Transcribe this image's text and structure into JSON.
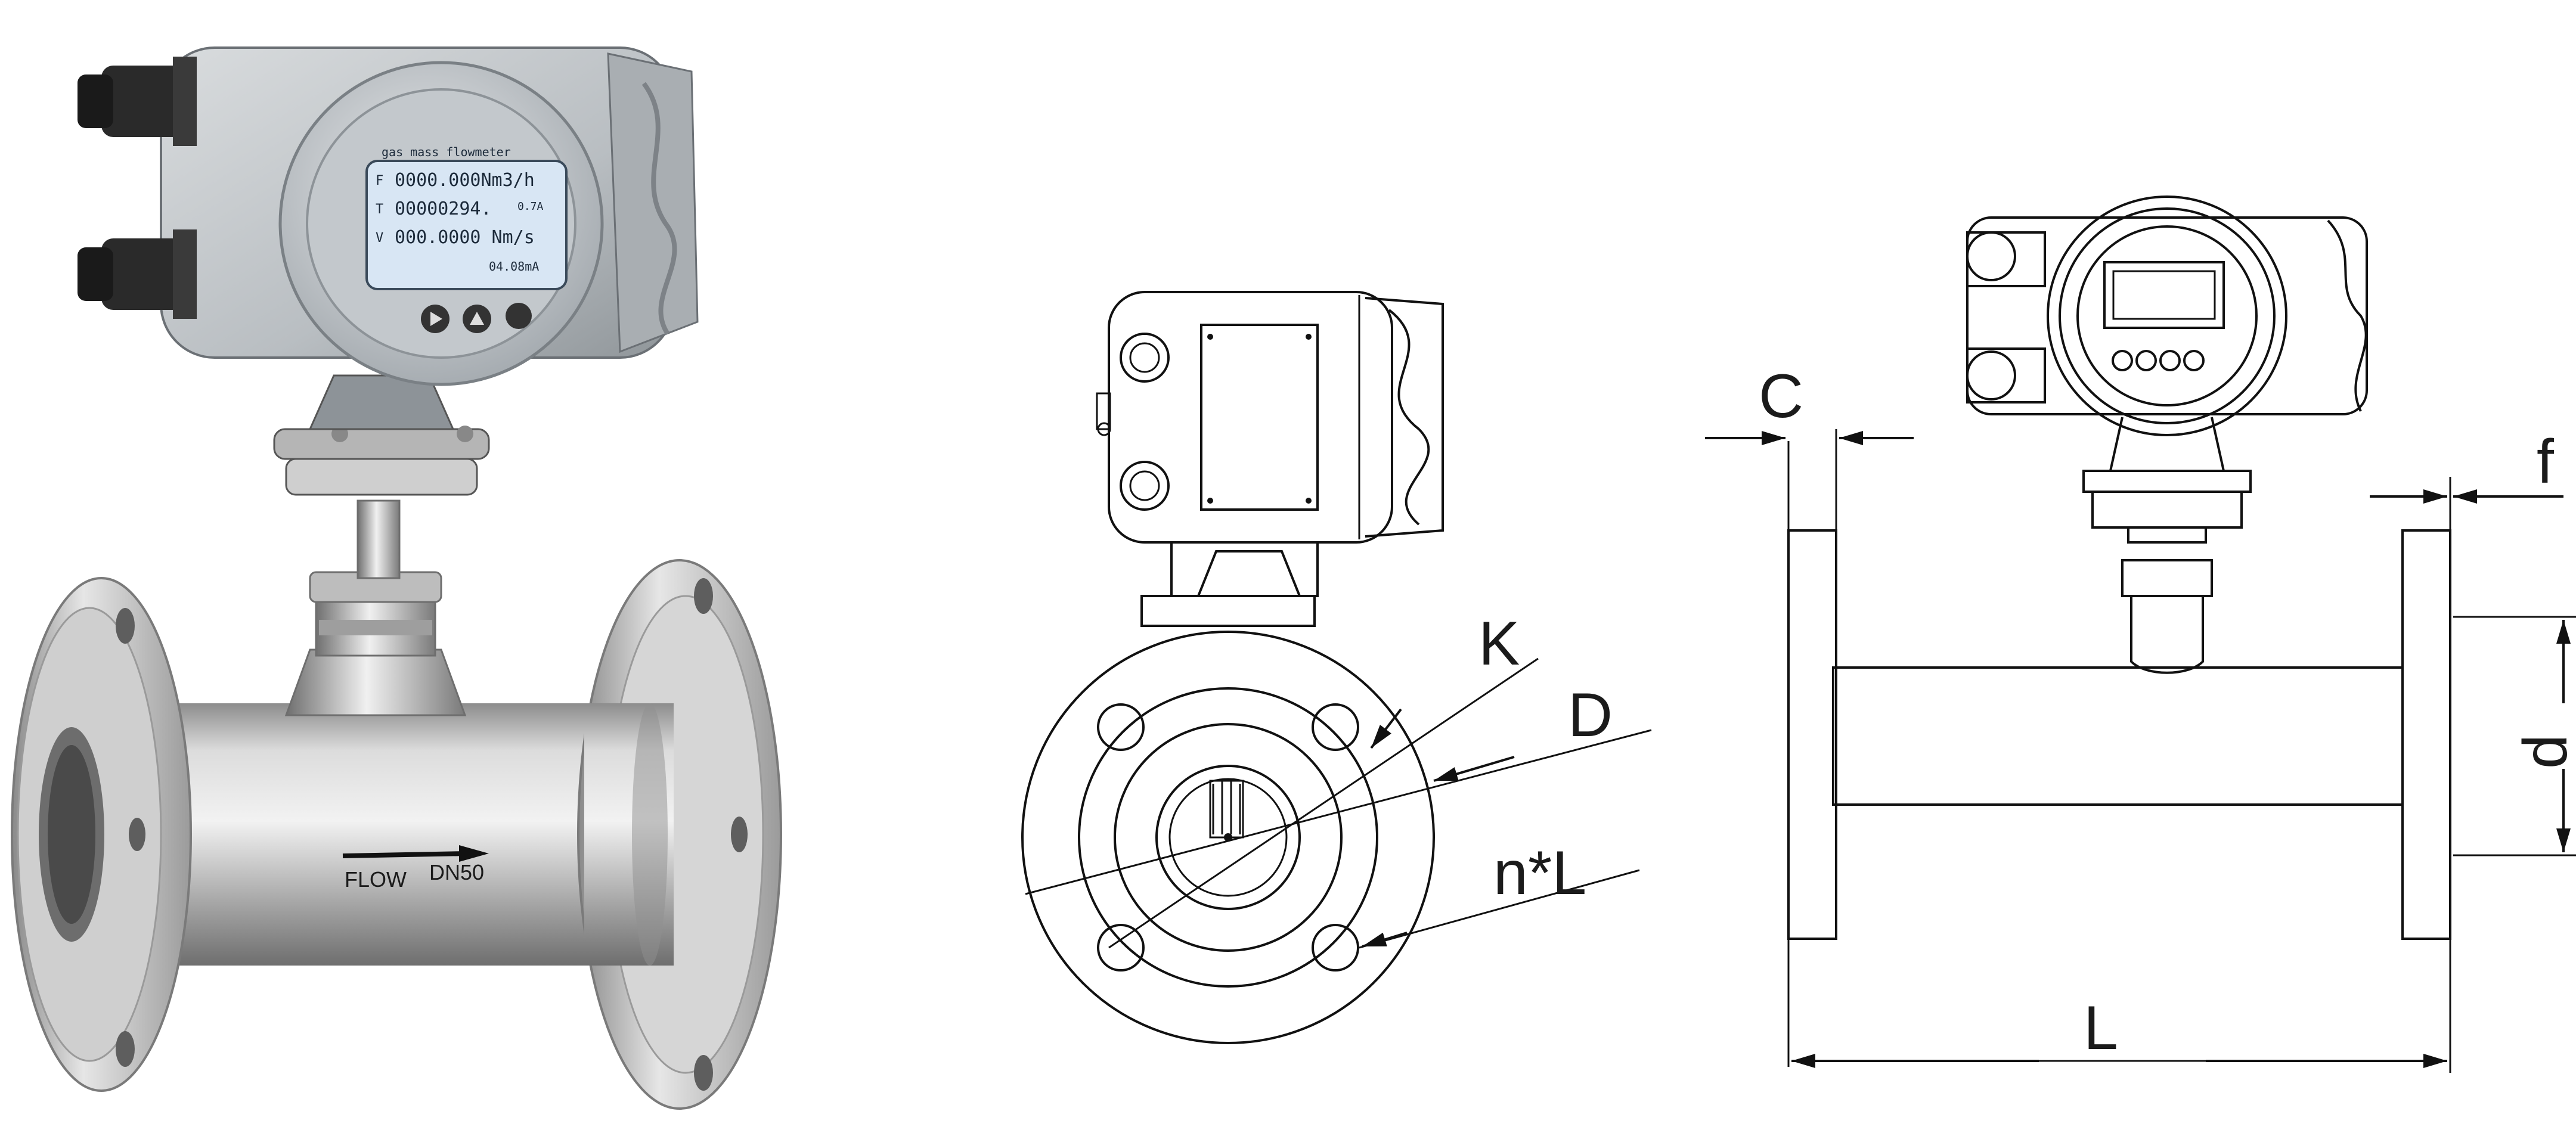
{
  "photo": {
    "display_header": "gas mass flowmeter",
    "display_lines": [
      {
        "marker": "F",
        "text": "0000.000Nm3/h"
      },
      {
        "marker": "T",
        "text": "00000294."
      },
      {
        "marker": "V",
        "text": "000.0000 Nm/s"
      }
    ],
    "display_unit_small": "0.7A",
    "display_status": "04.08mA",
    "pipe_label_flow": "FLOW",
    "pipe_label_size": "DN50"
  },
  "side_view": {
    "labels": {
      "k": "K",
      "d_outer": "D",
      "holes": "n*L"
    }
  },
  "front_view": {
    "labels": {
      "c": "C",
      "f": "f",
      "d_inner": "d",
      "length": "L"
    }
  },
  "colors": {
    "steel": "#c4c4c4",
    "steel_dark": "#7d7d7d",
    "housing": "#c9cdd0",
    "lcd": "#d8e6f4",
    "line": "#111111"
  }
}
